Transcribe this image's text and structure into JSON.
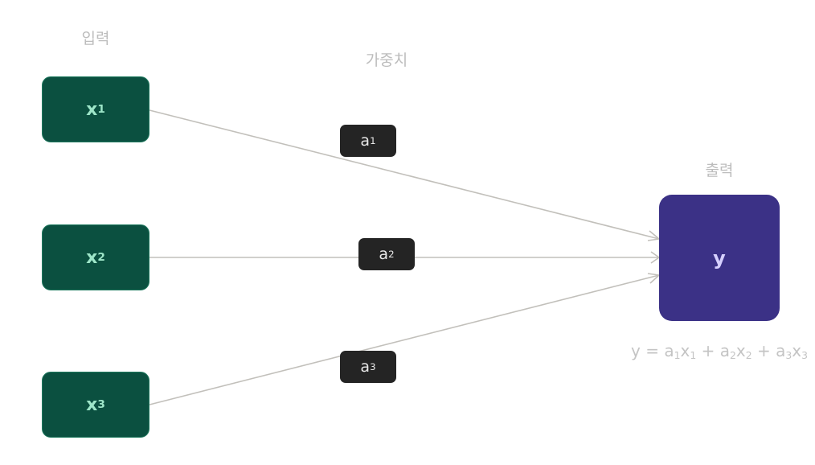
{
  "labels": {
    "input": "입력",
    "weights": "가중치",
    "output": "출력"
  },
  "inputs": [
    {
      "var": "x",
      "sub": "1"
    },
    {
      "var": "x",
      "sub": "2"
    },
    {
      "var": "x",
      "sub": "3"
    }
  ],
  "weights": [
    {
      "var": "a",
      "sub": "1"
    },
    {
      "var": "a",
      "sub": "2"
    },
    {
      "var": "a",
      "sub": "3"
    }
  ],
  "output": {
    "var": "y"
  },
  "formula": {
    "lhs": "y =",
    "terms": [
      {
        "a": "a",
        "a_sub": "1",
        "x": "x",
        "x_sub": "1"
      },
      {
        "a": "a",
        "a_sub": "2",
        "x": "x",
        "x_sub": "2"
      },
      {
        "a": "a",
        "a_sub": "3",
        "x": "x",
        "x_sub": "3"
      }
    ],
    "plus": "+"
  },
  "colors": {
    "input_fill": "#0b5040",
    "input_text": "#9ee6c9",
    "weight_fill": "#242424",
    "output_fill": "#3b3186",
    "output_text": "#d6d0ff",
    "edge": "#c2c0bb",
    "label": "#bdbdbd"
  }
}
